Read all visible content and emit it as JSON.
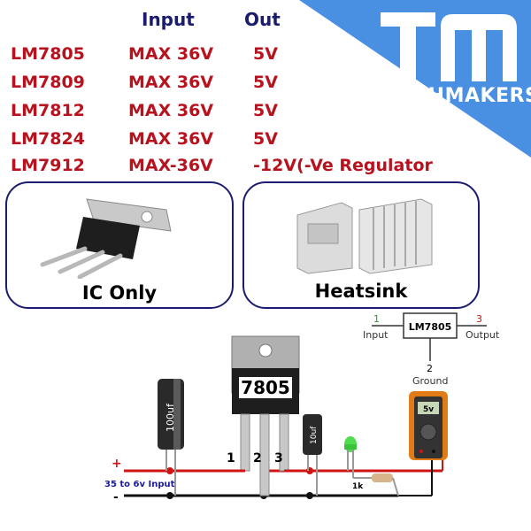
{
  "table": {
    "header_input": "Input",
    "header_out": "Out",
    "rows": [
      {
        "part": "LM7805",
        "input": "MAX 36V",
        "out": "5V"
      },
      {
        "part": "LM7809",
        "input": "MAX 36V",
        "out": "5V"
      },
      {
        "part": "LM7812",
        "input": "MAX 36V",
        "out": "5V"
      },
      {
        "part": "LM7824",
        "input": "MAX 36V",
        "out": "5V"
      },
      {
        "part": "LM7912",
        "input": "MAX-36V",
        "out": "-12V(-Ve Regulator"
      }
    ]
  },
  "brand": {
    "name": "TECHMAKERS",
    "accent": "#4a90e2"
  },
  "panels": {
    "ic_label": "IC Only",
    "heatsink_label": "Heatsink"
  },
  "circuit": {
    "chip_label": "7805",
    "pin1": "1",
    "pin2": "2",
    "pin3": "3",
    "cap_large": "100uf",
    "cap_small": "10uf",
    "resistor": "1k",
    "plus": "+",
    "minus": "-",
    "input_label": "35 to 6v Input",
    "meter_reading": "5v"
  },
  "pinout": {
    "chip": "LM7805",
    "pin1_num": "1",
    "pin1_label": "Input",
    "pin3_num": "3",
    "pin3_label": "Output",
    "pin2_num": "2",
    "pin2_label": "Ground"
  }
}
